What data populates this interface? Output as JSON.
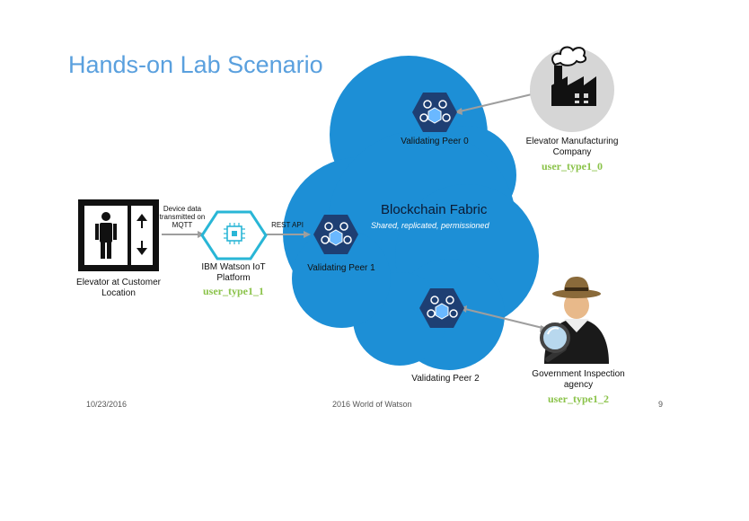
{
  "slide": {
    "title": "Hands-on Lab Scenario"
  },
  "fabric": {
    "title": "Blockchain Fabric",
    "subtitle": "Shared, replicated, permissioned",
    "color": "#1d8fd6"
  },
  "peers": [
    {
      "label": "Validating Peer 0"
    },
    {
      "label": "Validating Peer 1"
    },
    {
      "label": "Validating Peer 2"
    }
  ],
  "elevator": {
    "label_line1": "Elevator at Customer",
    "label_line2": "Location"
  },
  "watson": {
    "label_line1": "IBM Watson IoT",
    "label_line2": "Platform",
    "user": "user_type1_1"
  },
  "manufacturer": {
    "label_line1": "Elevator Manufacturing",
    "label_line2": "Company",
    "user": "user_type1_0"
  },
  "government": {
    "label_line1": "Government Inspection",
    "label_line2": "agency",
    "user": "user_type1_2"
  },
  "connections": {
    "device_line1": "Device data",
    "device_line2": "transmitted on",
    "device_line3": "MQTT",
    "rest": "REST API"
  },
  "footer": {
    "date": "10/23/2016",
    "event": "2016 World of Watson",
    "page": "9"
  }
}
